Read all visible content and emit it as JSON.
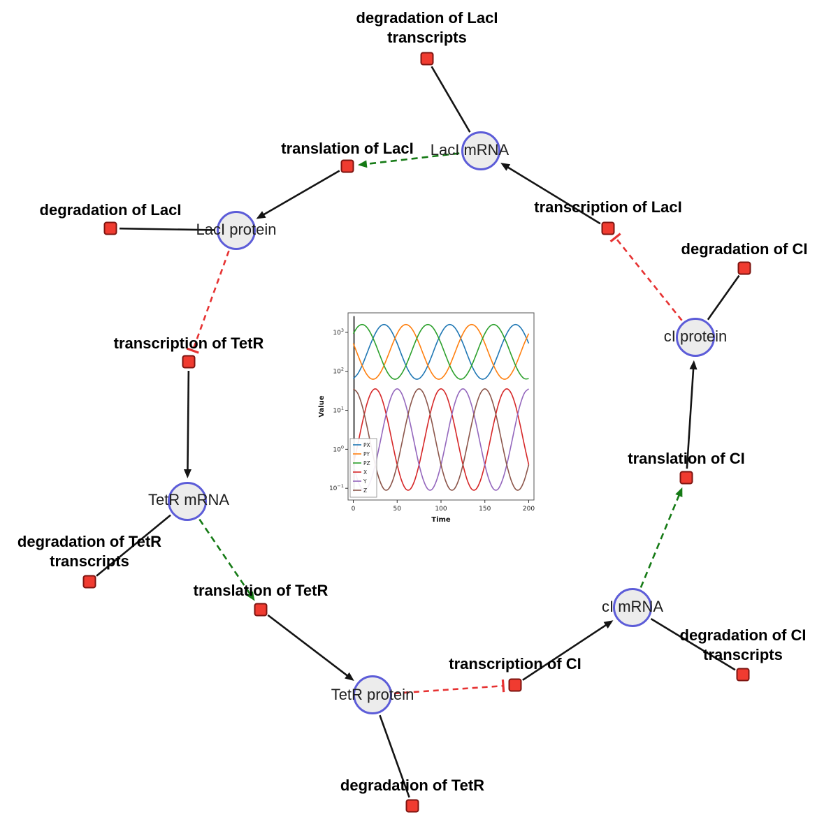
{
  "network": {
    "species": [
      {
        "id": "laci_mrna",
        "label": "LacI mRNA"
      },
      {
        "id": "laci_protein",
        "label": "LacI protein"
      },
      {
        "id": "tetr_mrna",
        "label": "TetR mRNA"
      },
      {
        "id": "tetr_protein",
        "label": "TetR protein"
      },
      {
        "id": "ci_mrna",
        "label": "cI mRNA"
      },
      {
        "id": "ci_protein",
        "label": "cI protein"
      }
    ],
    "reactions": [
      {
        "id": "deg_laci_tx",
        "label_lines": [
          "degradation of LacI",
          "transcripts"
        ]
      },
      {
        "id": "transl_laci",
        "label_lines": [
          "translation of LacI"
        ]
      },
      {
        "id": "deg_laci",
        "label_lines": [
          "degradation of LacI"
        ]
      },
      {
        "id": "tx_laci",
        "label_lines": [
          "transcription of LacI"
        ]
      },
      {
        "id": "deg_ci",
        "label_lines": [
          "degradation of CI"
        ]
      },
      {
        "id": "tx_tetr",
        "label_lines": [
          "transcription of TetR"
        ]
      },
      {
        "id": "deg_tetr_tx",
        "label_lines": [
          "degradation of TetR",
          "transcripts"
        ]
      },
      {
        "id": "transl_tetr",
        "label_lines": [
          "translation of TetR"
        ]
      },
      {
        "id": "deg_tetr",
        "label_lines": [
          "degradation of TetR"
        ]
      },
      {
        "id": "tx_ci",
        "label_lines": [
          "transcription of CI"
        ]
      },
      {
        "id": "deg_ci_tx",
        "label_lines": [
          "degradation of CI",
          "transcripts"
        ]
      },
      {
        "id": "transl_ci",
        "label_lines": [
          "translation of CI"
        ]
      }
    ],
    "edges": [
      {
        "from": "laci_mrna",
        "to": "deg_laci_tx",
        "type": "consumption"
      },
      {
        "from": "tx_laci",
        "to": "laci_mrna",
        "type": "production"
      },
      {
        "from": "laci_mrna",
        "to": "transl_laci",
        "type": "modifier"
      },
      {
        "from": "transl_laci",
        "to": "laci_protein",
        "type": "production"
      },
      {
        "from": "laci_protein",
        "to": "deg_laci",
        "type": "consumption"
      },
      {
        "from": "laci_protein",
        "to": "tx_tetr",
        "type": "inhibition"
      },
      {
        "from": "tx_tetr",
        "to": "tetr_mrna",
        "type": "production"
      },
      {
        "from": "tetr_mrna",
        "to": "deg_tetr_tx",
        "type": "consumption"
      },
      {
        "from": "tetr_mrna",
        "to": "transl_tetr",
        "type": "modifier"
      },
      {
        "from": "transl_tetr",
        "to": "tetr_protein",
        "type": "production"
      },
      {
        "from": "tetr_protein",
        "to": "deg_tetr",
        "type": "consumption"
      },
      {
        "from": "tetr_protein",
        "to": "tx_ci",
        "type": "inhibition"
      },
      {
        "from": "tx_ci",
        "to": "ci_mrna",
        "type": "production"
      },
      {
        "from": "ci_mrna",
        "to": "deg_ci_tx",
        "type": "consumption"
      },
      {
        "from": "ci_mrna",
        "to": "transl_ci",
        "type": "modifier"
      },
      {
        "from": "transl_ci",
        "to": "ci_protein",
        "type": "production"
      },
      {
        "from": "ci_protein",
        "to": "deg_ci",
        "type": "consumption"
      },
      {
        "from": "ci_protein",
        "to": "tx_laci",
        "type": "inhibition"
      }
    ],
    "colors": {
      "species_fill": "#ececec",
      "species_border": "#5c5cd8",
      "reaction_fill": "#f03b30",
      "reaction_border": "#7c1410",
      "edge": "#141414",
      "modifier": "#157a15",
      "inhibition": "#e63232"
    }
  },
  "chart_data": {
    "type": "line",
    "title": "",
    "xlabel": "Time",
    "ylabel": "Value",
    "y_scale": "log",
    "xlim": [
      -6,
      206
    ],
    "ylim": [
      0.05,
      3160
    ],
    "x_ticks": [
      0,
      50,
      100,
      150,
      200
    ],
    "y_ticks": [
      0.1,
      1,
      10,
      100,
      1000
    ],
    "legend_position": "lower left",
    "x": [
      0,
      5,
      10,
      15,
      20,
      25,
      30,
      35,
      40,
      45,
      50,
      55,
      60,
      65,
      70,
      75,
      80,
      85,
      90,
      95,
      100,
      105,
      110,
      115,
      120,
      125,
      130,
      135,
      140,
      145,
      150,
      155,
      160,
      165,
      170,
      175,
      180,
      185,
      190,
      195,
      200
    ],
    "series": [
      {
        "name": "PX",
        "color": "#1f77b4",
        "values": [
          65,
          86,
          141,
          267,
          520,
          929,
          1378,
          1585,
          1378,
          929,
          520,
          267,
          141,
          86,
          65,
          65,
          86,
          141,
          267,
          520,
          929,
          1378,
          1585,
          1378,
          929,
          520,
          267,
          141,
          86,
          65,
          65,
          86,
          141,
          267,
          520,
          929,
          1378,
          1585,
          1378,
          929,
          520
        ]
      },
      {
        "name": "PY",
        "color": "#ff7f0e",
        "values": [
          520,
          267,
          141,
          86,
          65,
          65,
          86,
          141,
          267,
          520,
          929,
          1378,
          1585,
          1378,
          929,
          520,
          267,
          141,
          86,
          65,
          65,
          86,
          141,
          267,
          520,
          929,
          1378,
          1585,
          1378,
          929,
          520,
          267,
          141,
          86,
          65,
          65,
          86,
          141,
          267,
          520,
          929
        ]
      },
      {
        "name": "PZ",
        "color": "#2ca02c",
        "values": [
          929,
          1378,
          1585,
          1378,
          929,
          520,
          267,
          141,
          86,
          65,
          65,
          86,
          141,
          267,
          520,
          929,
          1378,
          1585,
          1378,
          929,
          520,
          267,
          141,
          86,
          65,
          65,
          86,
          141,
          267,
          520,
          929,
          1378,
          1585,
          1378,
          929,
          520,
          267,
          141,
          86,
          65,
          65
        ]
      },
      {
        "name": "X",
        "color": "#d62728",
        "values": [
          0.4,
          1.3,
          4.5,
          13.2,
          27.4,
          35.5,
          27.4,
          13.2,
          4.5,
          1.3,
          0.4,
          0.16,
          0.095,
          0.095,
          0.16,
          0.4,
          1.3,
          4.5,
          13.2,
          27.4,
          35.5,
          27.4,
          13.2,
          4.5,
          1.3,
          0.4,
          0.16,
          0.095,
          0.095,
          0.16,
          0.4,
          1.3,
          4.5,
          13.2,
          27.4,
          35.5,
          27.4,
          13.2,
          4.5,
          1.3,
          0.4
        ]
      },
      {
        "name": "Y",
        "color": "#9467bd",
        "values": [
          0.4,
          0.16,
          0.095,
          0.095,
          0.16,
          0.4,
          1.3,
          4.5,
          13.2,
          27.4,
          35.5,
          27.4,
          13.2,
          4.5,
          1.3,
          0.4,
          0.16,
          0.095,
          0.095,
          0.16,
          0.4,
          1.3,
          4.5,
          13.2,
          27.4,
          35.5,
          27.4,
          13.2,
          4.5,
          1.3,
          0.4,
          0.16,
          0.095,
          0.095,
          0.16,
          0.4,
          1.3,
          4.5,
          13.2,
          27.4,
          35.5
        ]
      },
      {
        "name": "Z",
        "color": "#8c564b",
        "values": [
          35.5,
          27.4,
          13.2,
          4.5,
          1.3,
          0.4,
          0.16,
          0.095,
          0.095,
          0.16,
          0.4,
          1.3,
          4.5,
          13.2,
          27.4,
          35.5,
          27.4,
          13.2,
          4.5,
          1.3,
          0.4,
          0.16,
          0.095,
          0.095,
          0.16,
          0.4,
          1.3,
          4.5,
          13.2,
          27.4,
          35.5,
          27.4,
          13.2,
          4.5,
          1.3,
          0.4,
          0.16,
          0.095,
          0.095,
          0.16,
          0.4
        ]
      }
    ],
    "annotations": [
      {
        "type": "vline",
        "t": 0.8,
        "y0": 0.08,
        "y1": 2600,
        "color": "#2f2f2f"
      }
    ]
  }
}
